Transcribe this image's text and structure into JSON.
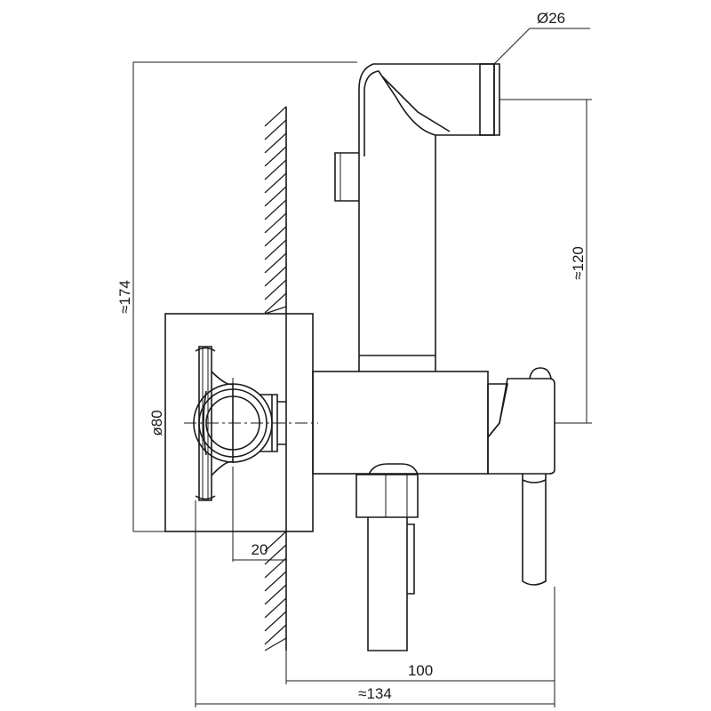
{
  "dimensions": {
    "d26": "Ø26",
    "l120": "≈120",
    "l174": "≈174",
    "d80": "ø80",
    "l20": "20",
    "l100": "100",
    "l134": "≈134"
  },
  "colors": {
    "line": "#1a1a1a",
    "background": "#ffffff"
  }
}
